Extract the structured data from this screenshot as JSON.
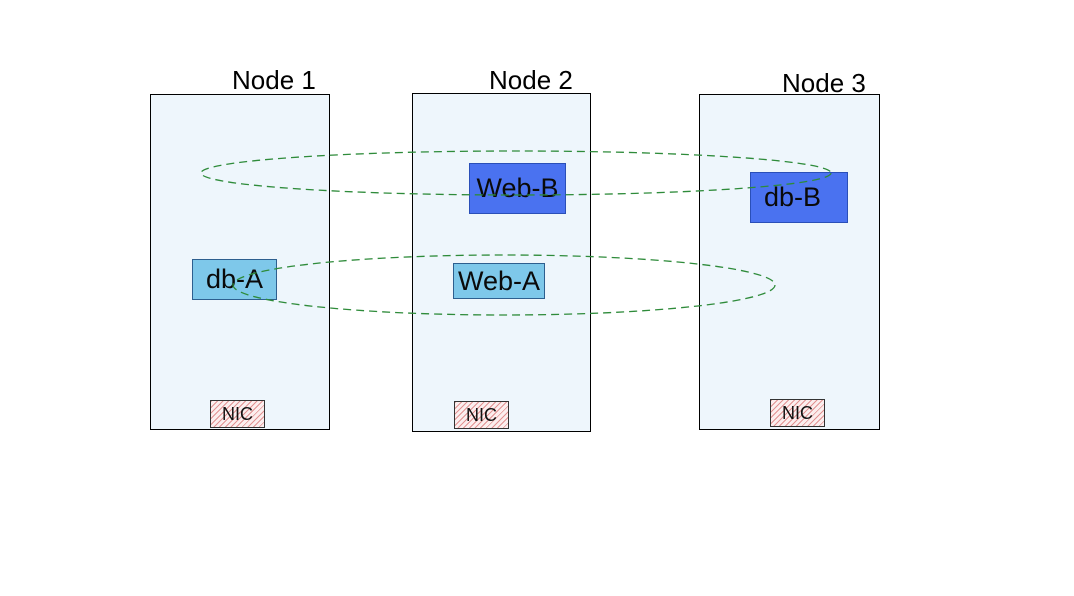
{
  "nodes": [
    {
      "label": "Node 1",
      "nic": "NIC"
    },
    {
      "label": "Node 2",
      "nic": "NIC"
    },
    {
      "label": "Node 3",
      "nic": "NIC"
    }
  ],
  "vms": {
    "db_a": "db-A",
    "web_a": "Web-A",
    "web_b": "Web-B",
    "db_b": "db-B"
  },
  "colors": {
    "node_fill": "#eef6fc",
    "vm_light": "#7ec8ea",
    "vm_dark": "#4a72f0",
    "group_ring": "#2e8b3a",
    "nic_hatch": "#cd4646"
  }
}
